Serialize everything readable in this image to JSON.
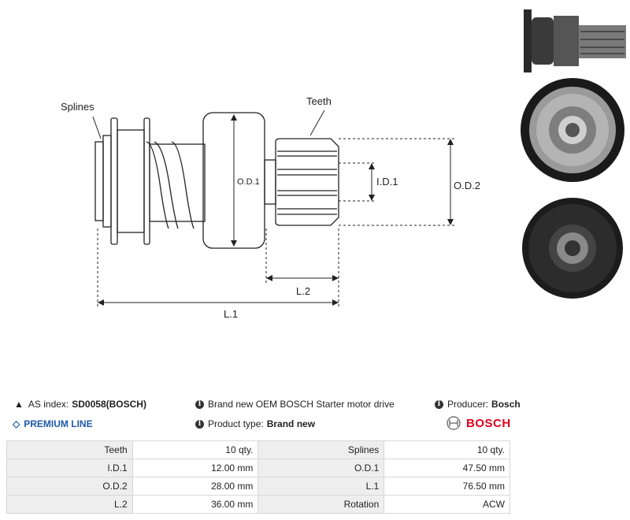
{
  "diagram": {
    "labels": {
      "splines": "Splines",
      "teeth": "Teeth",
      "od1": "O.D.1",
      "id1": "I.D.1",
      "od2": "O.D.2",
      "l2": "L.2",
      "l1": "L.1"
    }
  },
  "info": {
    "as_index_label": "AS index:",
    "as_index_value": "SD0058(BOSCH)",
    "description": "Brand new OEM BOSCH Starter motor drive",
    "producer_label": "Producer:",
    "producer_value": "Bosch",
    "premium_line": "PREMIUM LINE",
    "product_type_label": "Product type:",
    "product_type_value": "Brand new",
    "brand_logo_text": "BOSCH"
  },
  "specs": [
    {
      "k1": "Teeth",
      "v1": "10 qty.",
      "k2": "Splines",
      "v2": "10 qty."
    },
    {
      "k1": "I.D.1",
      "v1": "12.00 mm",
      "k2": "O.D.1",
      "v2": "47.50 mm"
    },
    {
      "k1": "O.D.2",
      "v1": "28.00 mm",
      "k2": "L.1",
      "v2": "76.50 mm"
    },
    {
      "k1": "L.2",
      "v1": "36.00 mm",
      "k2": "Rotation",
      "v2": "ACW"
    }
  ],
  "colors": {
    "accent_blue": "#1e5aa8",
    "bosch_red": "#e0001b"
  }
}
